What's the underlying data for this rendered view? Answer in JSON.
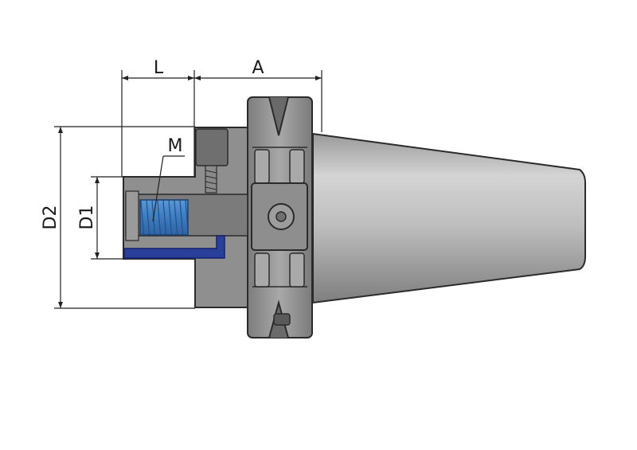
{
  "labels": {
    "L": "L",
    "A": "A",
    "M": "M",
    "D1": "D1",
    "D2": "D2"
  },
  "colors": {
    "body_gray": "#8f8f8f",
    "body_dark": "#6f6f6f",
    "taper_light": "#c9c9c9",
    "taper_dark": "#7a7a7a",
    "thread_blue": "#4f8fd0",
    "seal_navy": "#2a3f9a",
    "outline": "#2b2b2b"
  },
  "icons": {
    "thread": "internal-thread",
    "screw": "set-screw",
    "key": "drive-key"
  }
}
